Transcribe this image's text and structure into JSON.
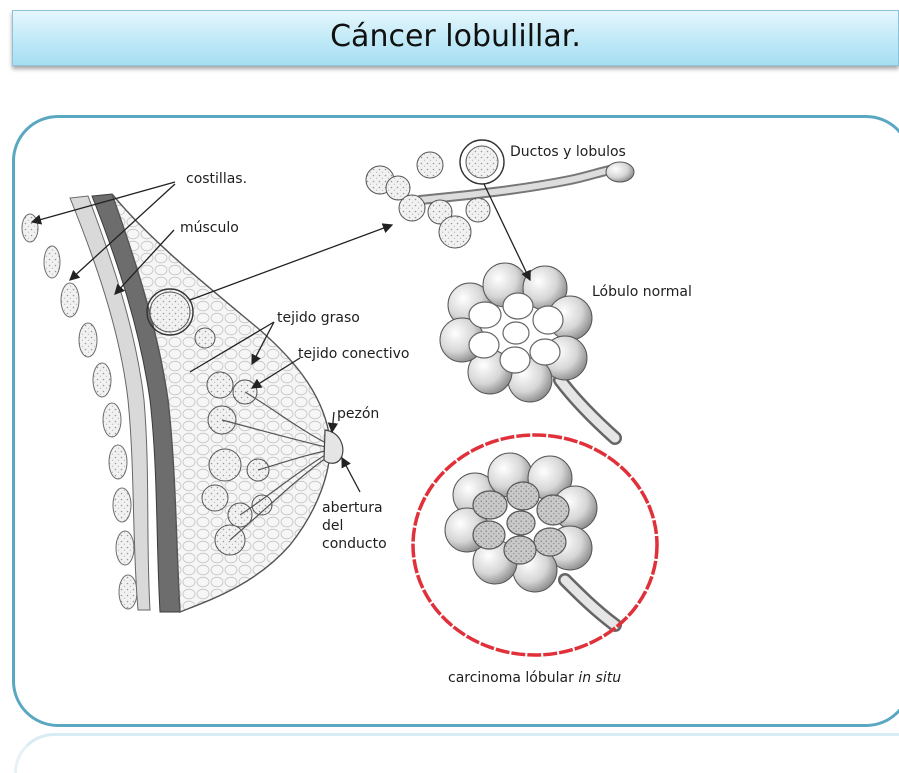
{
  "title": "Cáncer lobulillar.",
  "labels": {
    "costillas": "costillas.",
    "musculo": "músculo",
    "ductos": "Ductos y lobulos",
    "lobulo_normal": "Lóbulo normal",
    "tejido_graso": "tejido graso",
    "tejido_conectivo": "tejido conectivo",
    "pezon": "pezón",
    "abertura_1": "abertura",
    "abertura_2": "del",
    "abertura_3": "conducto",
    "carcinoma": "carcinoma lóbular ",
    "carcinoma_italic": "in situ"
  },
  "colors": {
    "title_bg": "#bfe9f7",
    "frame_border": "#5aa7c2",
    "highlight_circle": "#e0303a"
  }
}
